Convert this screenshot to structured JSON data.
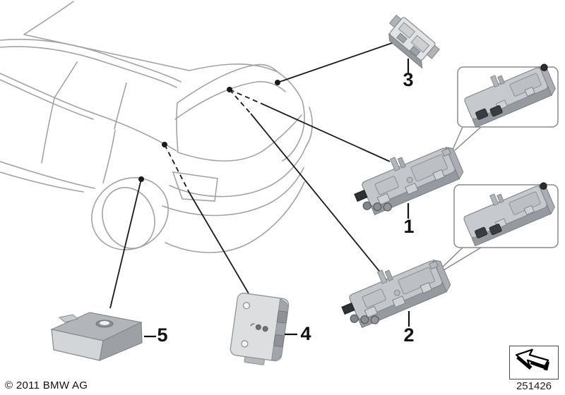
{
  "diagram_type": "parts-diagram",
  "part_labels": [
    {
      "label": "1"
    },
    {
      "label": "2"
    },
    {
      "label": "3"
    },
    {
      "label": "4"
    },
    {
      "label": "5"
    }
  ],
  "footer": {
    "copyright": "© 2011 BMW AG",
    "diagram_number": "251426"
  },
  "icons": {
    "nav_arrow": "arrow-up-left-3d"
  },
  "colors": {
    "background": "#ffffff",
    "car_outline": "#a3a3a3",
    "leader_line": "#1a1a1a",
    "module_top": "#c3c7cb",
    "module_side": "#9599a0",
    "callout_border": "#8a8a8a"
  }
}
